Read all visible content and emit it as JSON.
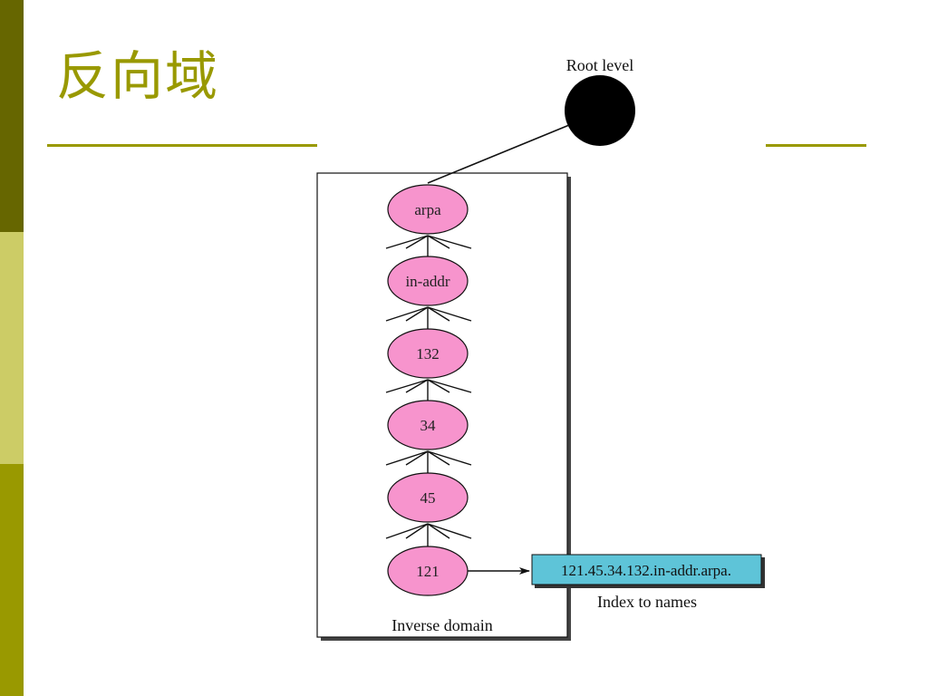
{
  "slide": {
    "title": "反向域"
  },
  "colors": {
    "sidebar_top": "#666600",
    "sidebar_mid": "#cccc66",
    "sidebar_bottom": "#999900",
    "title": "#999900",
    "rule": "#999900",
    "node_fill": "#f794cd",
    "root_fill": "#000000",
    "index_box_fill": "#5ec4d8",
    "line": "#111111"
  },
  "diagram": {
    "root_label": "Root level",
    "nodes": [
      {
        "label": "arpa"
      },
      {
        "label": "in-addr"
      },
      {
        "label": "132"
      },
      {
        "label": "34"
      },
      {
        "label": "45"
      },
      {
        "label": "121"
      }
    ],
    "domain_caption": "Inverse domain",
    "index_box": "121.45.34.132.in-addr.arpa.",
    "index_caption": "Index to names"
  }
}
